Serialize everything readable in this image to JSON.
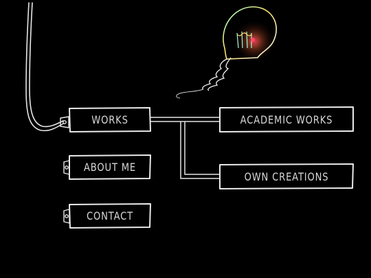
{
  "nav": {
    "works_label": "WORKS",
    "about_label": "ABOUT ME",
    "contact_label": "CONTACT"
  },
  "submenu": {
    "academic_label": "ACADEMIC WORKS",
    "own_label": "OWN CREATIONS"
  },
  "decor": {
    "bulb_icon": "lightbulb-icon",
    "cable_color": "#e6e6e6",
    "glow_colors": [
      "#7fffd4",
      "#ffe066",
      "#ff4a6a"
    ]
  }
}
